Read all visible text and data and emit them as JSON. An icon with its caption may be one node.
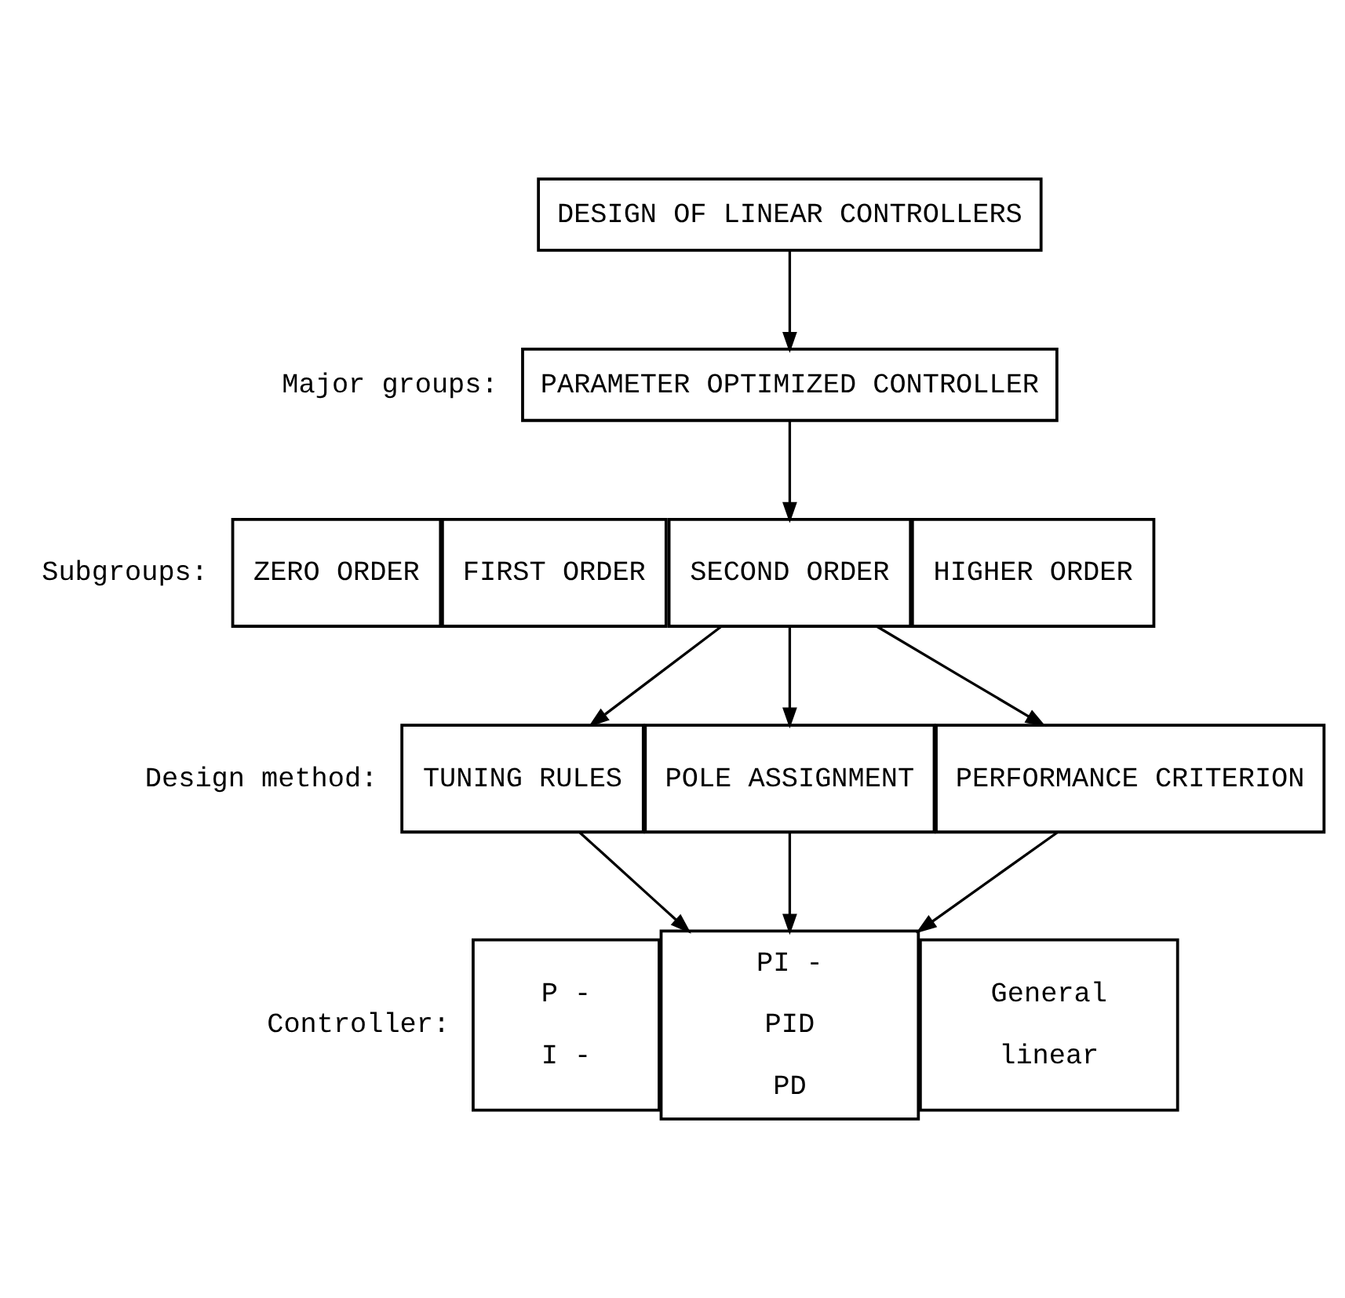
{
  "diagram": {
    "nodes": [
      {
        "text": [
          "DESIGN OF LINEAR CONTROLLERS"
        ]
      },
      {
        "text": [
          "PARAMETER OPTIMIZED CONTROLLER"
        ]
      },
      {
        "text": [
          "ZERO ORDER"
        ]
      },
      {
        "text": [
          "FIRST ORDER"
        ]
      },
      {
        "text": [
          "SECOND ORDER"
        ]
      },
      {
        "text": [
          "HIGHER ORDER"
        ]
      },
      {
        "text": [
          "TUNING RULES"
        ]
      },
      {
        "text": [
          "POLE ASSIGNMENT"
        ]
      },
      {
        "text": [
          "PERFORMANCE CRITERION"
        ]
      },
      {
        "text": [
          "P -",
          "I -"
        ]
      },
      {
        "text": [
          "PI -",
          "PID",
          "PD"
        ]
      },
      {
        "text": [
          "General",
          "linear"
        ]
      }
    ],
    "edges": [
      {
        "from": 0,
        "to": 1,
        "arrow": "to"
      },
      {
        "from": 1,
        "to": 4,
        "arrow": "to"
      },
      {
        "from": 4,
        "to": 6,
        "arrow": "to"
      },
      {
        "from": 4,
        "to": 7,
        "arrow": "to"
      },
      {
        "from": 4,
        "to": 8,
        "arrow": "to"
      },
      {
        "from": 6,
        "to": 10,
        "arrow": "to"
      },
      {
        "from": 7,
        "to": 10,
        "arrow": "to"
      },
      {
        "from": 8,
        "to": 10,
        "arrow": "to"
      }
    ],
    "labels": [
      "Major groups:",
      "Subgroups:",
      "Design method:",
      "Controller:"
    ]
  }
}
